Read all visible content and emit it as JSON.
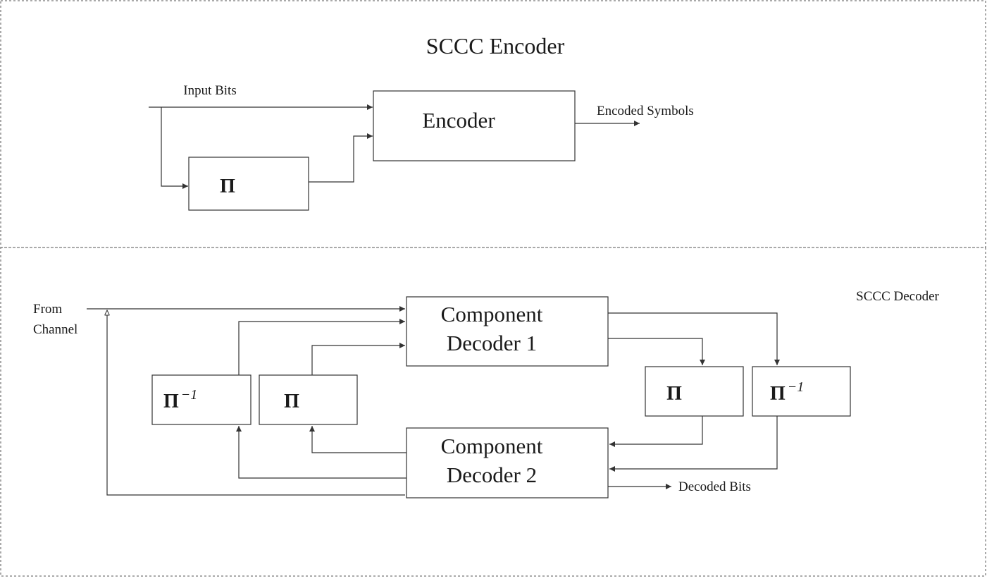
{
  "encoder": {
    "title": "SCCC Encoder",
    "input_label": "Input Bits",
    "encoder_label": "Encoder",
    "output_label": "Encoded Symbols",
    "interleaver_symbol": "Π"
  },
  "decoder": {
    "title": "SCCC Decoder",
    "input_label_line1": "From",
    "input_label_line2": "Channel",
    "component1_line1": "Component",
    "component1_line2": "Decoder 1",
    "component2_line1": "Component",
    "component2_line2": "Decoder 2",
    "output_label": "Decoded Bits",
    "interleaver_symbol": "Π",
    "deinterleaver_symbol": "Π",
    "deinterleaver_exponent": "−1"
  }
}
